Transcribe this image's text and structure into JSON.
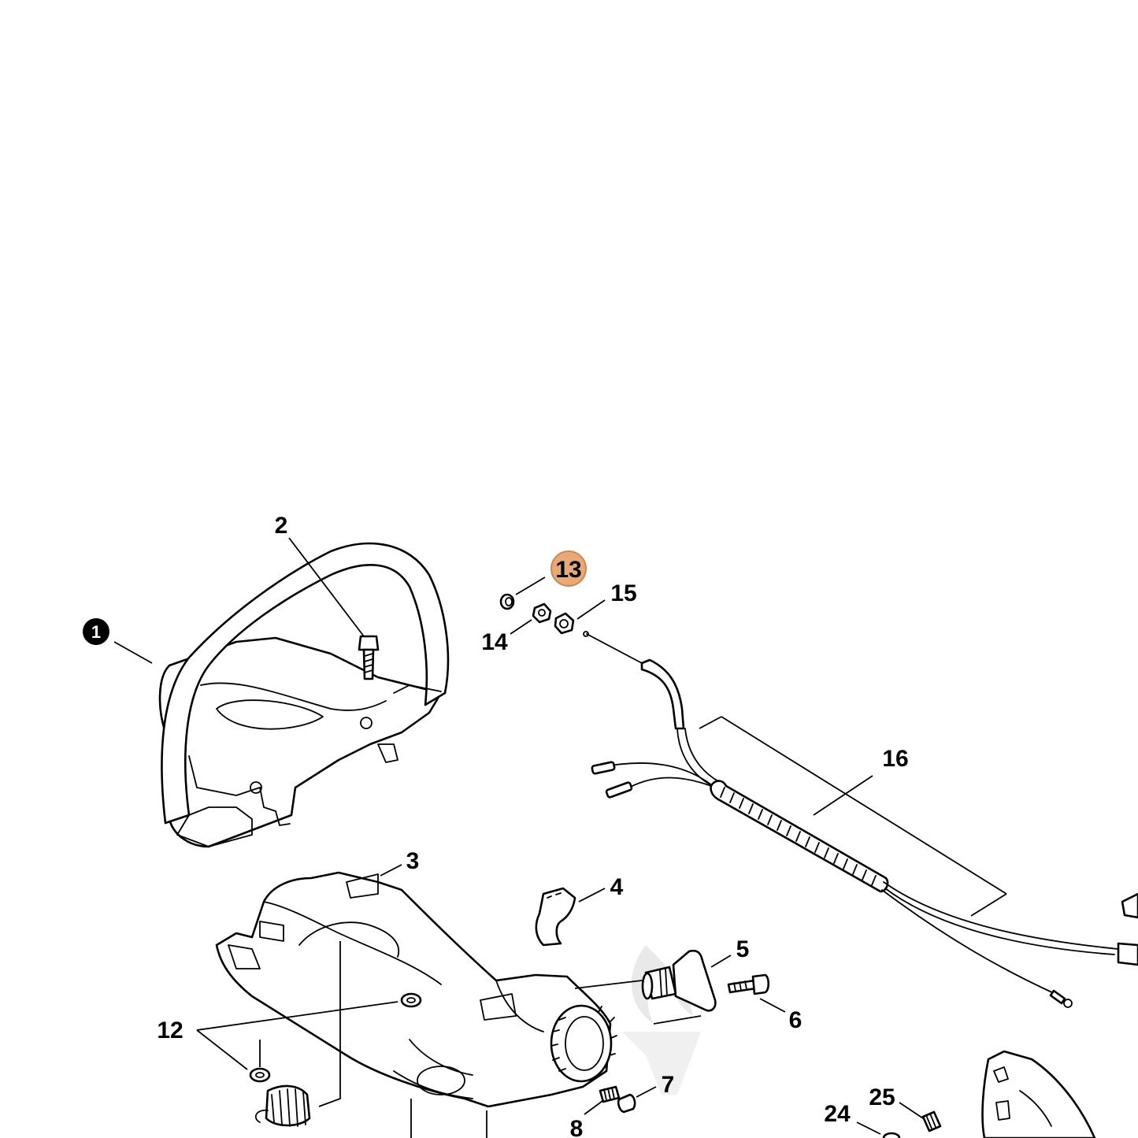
{
  "callouts": {
    "c1": "1",
    "c2": "2",
    "c3": "3",
    "c4": "4",
    "c5": "5",
    "c6": "6",
    "c7": "7",
    "c8": "8",
    "c12": "12",
    "c13": "13",
    "c14": "14",
    "c15": "15",
    "c16": "16",
    "c24": "24",
    "c25": "25"
  },
  "highlight": {
    "part": "13",
    "color": "#e8a877",
    "border": "#c98a55"
  }
}
